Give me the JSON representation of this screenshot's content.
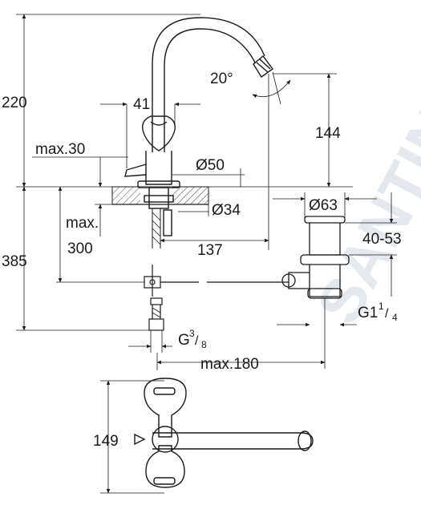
{
  "dimensions": {
    "height_total": "220",
    "height_spout": "144",
    "angle": "20°",
    "width_handle": "41",
    "max_thickness": "max.30",
    "diameter_base": "Ø50",
    "diameter_pipe": "Ø34",
    "max_depth_label": "max.",
    "max_depth_value": "300",
    "depth_total": "385",
    "reach": "137",
    "diameter_drain": "Ø63",
    "drain_range": "40-53",
    "drain_thread": "G1",
    "drain_thread_num": "1",
    "drain_thread_den": "4",
    "conn_thread": "G",
    "conn_thread_num": "3",
    "conn_thread_den": "8",
    "max_distance": "max.180",
    "height_topview": "149"
  },
  "watermark": {
    "text": "SANTINO",
    "color": "#cfd8e3"
  },
  "colors": {
    "line": "#1a1a1a",
    "hatch": "#444444",
    "background": "#ffffff"
  }
}
